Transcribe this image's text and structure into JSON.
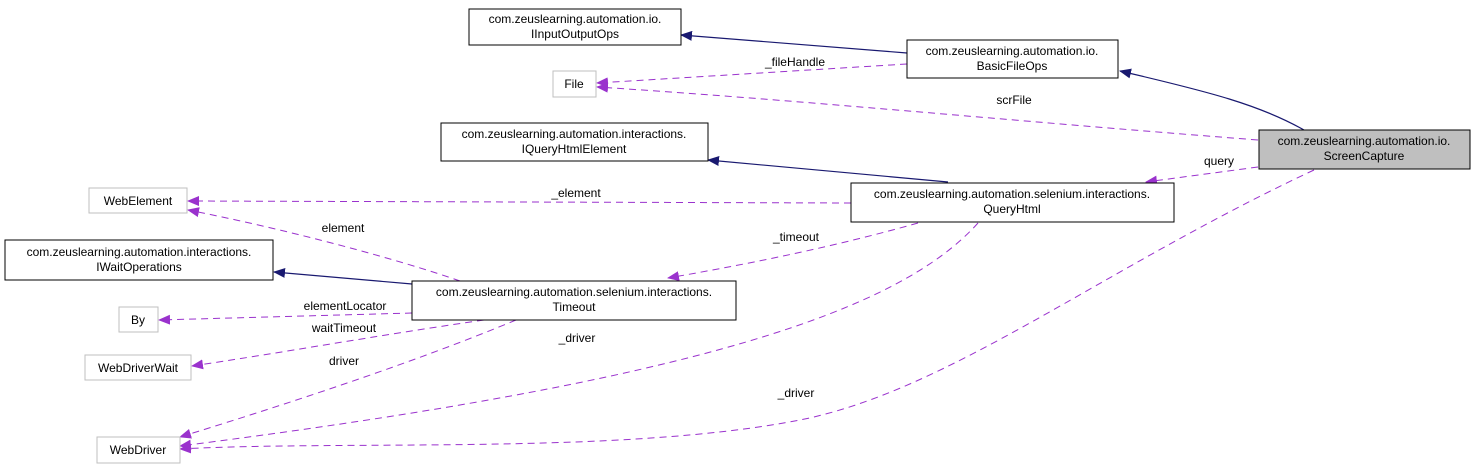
{
  "diagram": {
    "colors": {
      "inherit_edge": "#191970",
      "usage_edge": "#9a32cd",
      "node_border": "#000000",
      "external_node_border": "#bfbfbf",
      "focus_node_fill": "#bfbfbf"
    },
    "nodes": {
      "iinputoutputops": {
        "line1": "com.zeuslearning.automation.io.",
        "line2": "IInputOutputOps"
      },
      "basicfileops": {
        "line1": "com.zeuslearning.automation.io.",
        "line2": "BasicFileOps"
      },
      "file": {
        "line1": "File"
      },
      "iqueryhtmlelement": {
        "line1": "com.zeuslearning.automation.interactions.",
        "line2": "IQueryHtmlElement"
      },
      "screencapture": {
        "line1": "com.zeuslearning.automation.io.",
        "line2": "ScreenCapture"
      },
      "webelement": {
        "line1": "WebElement"
      },
      "queryhtml": {
        "line1": "com.zeuslearning.automation.selenium.interactions.",
        "line2": "QueryHtml"
      },
      "iwaitoperations": {
        "line1": "com.zeuslearning.automation.interactions.",
        "line2": "IWaitOperations"
      },
      "timeout": {
        "line1": "com.zeuslearning.automation.selenium.interactions.",
        "line2": "Timeout"
      },
      "by": {
        "line1": "By"
      },
      "webdriverwait": {
        "line1": "WebDriverWait"
      },
      "webdriver": {
        "line1": "WebDriver"
      }
    },
    "edge_labels": {
      "filehandle": "_fileHandle",
      "scrfile": "scrFile",
      "query": "query",
      "element_qh": "_element",
      "element_to": "element",
      "timeout": "_timeout",
      "elementlocator": "elementLocator",
      "waittimeout": "waitTimeout",
      "driver_to": "driver",
      "driver_qh": "_driver",
      "driver_sc": "_driver"
    }
  }
}
